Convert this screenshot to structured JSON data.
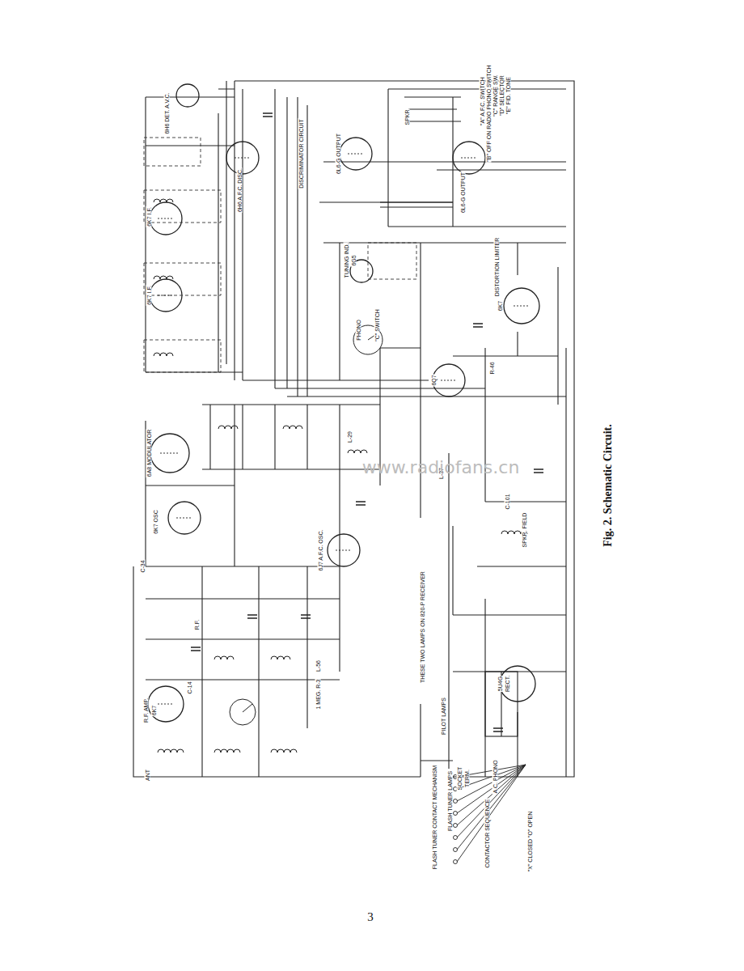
{
  "diagram": {
    "caption": "Fig. 2. Schematic Circuit.",
    "labels": [
      "ANT",
      "R.F. AMP.",
      "6K7",
      "C-14",
      "R.F.",
      "L-56",
      "1 MEG. R-3",
      "6K7 OSC",
      "6A8 MODULATOR",
      "6J7 A.F.C. OSC.",
      "DISCRIMINATOR CIRCUIT",
      "6H6 A.F.C. DISC.",
      "6K7 I.F.",
      "6K7 I.F.",
      "6H6 DET. A.V.C.",
      "TUNING IND.",
      "6G5",
      "6L6-G OUTPUT",
      "6L6-G OUTPUT",
      "SPKR",
      "6Q7",
      "6K7",
      "DISTORTION LIMITER",
      "PHONO",
      "\"C\" SWITCH",
      "\"A\" A.F.C. SWITCH",
      "\"B\" OFF ON RADIO PHONO SWITCH",
      "\"C\" RANGE SW.",
      "\"D\" SELECTOR",
      "\"E\" FID. TONE",
      "SPKR. FIELD",
      "PILOT LAMPS",
      "THESE TWO LAMPS ON 820-P RECEIVER",
      "5U4G",
      "RECT.",
      "A.C. PHONO",
      "FLASH TUNER CONTACT MECHANISM",
      "FLASH TUNER LAMPS",
      "SOCKET",
      "TERM.",
      "CONTACTOR SEQUENCE",
      "\"X\" CLOSED \"O\" OPEN",
      "C-34",
      "L-29",
      "L-37",
      "C-101",
      "R-46",
      "3",
      "www.radiofans.cn"
    ]
  }
}
